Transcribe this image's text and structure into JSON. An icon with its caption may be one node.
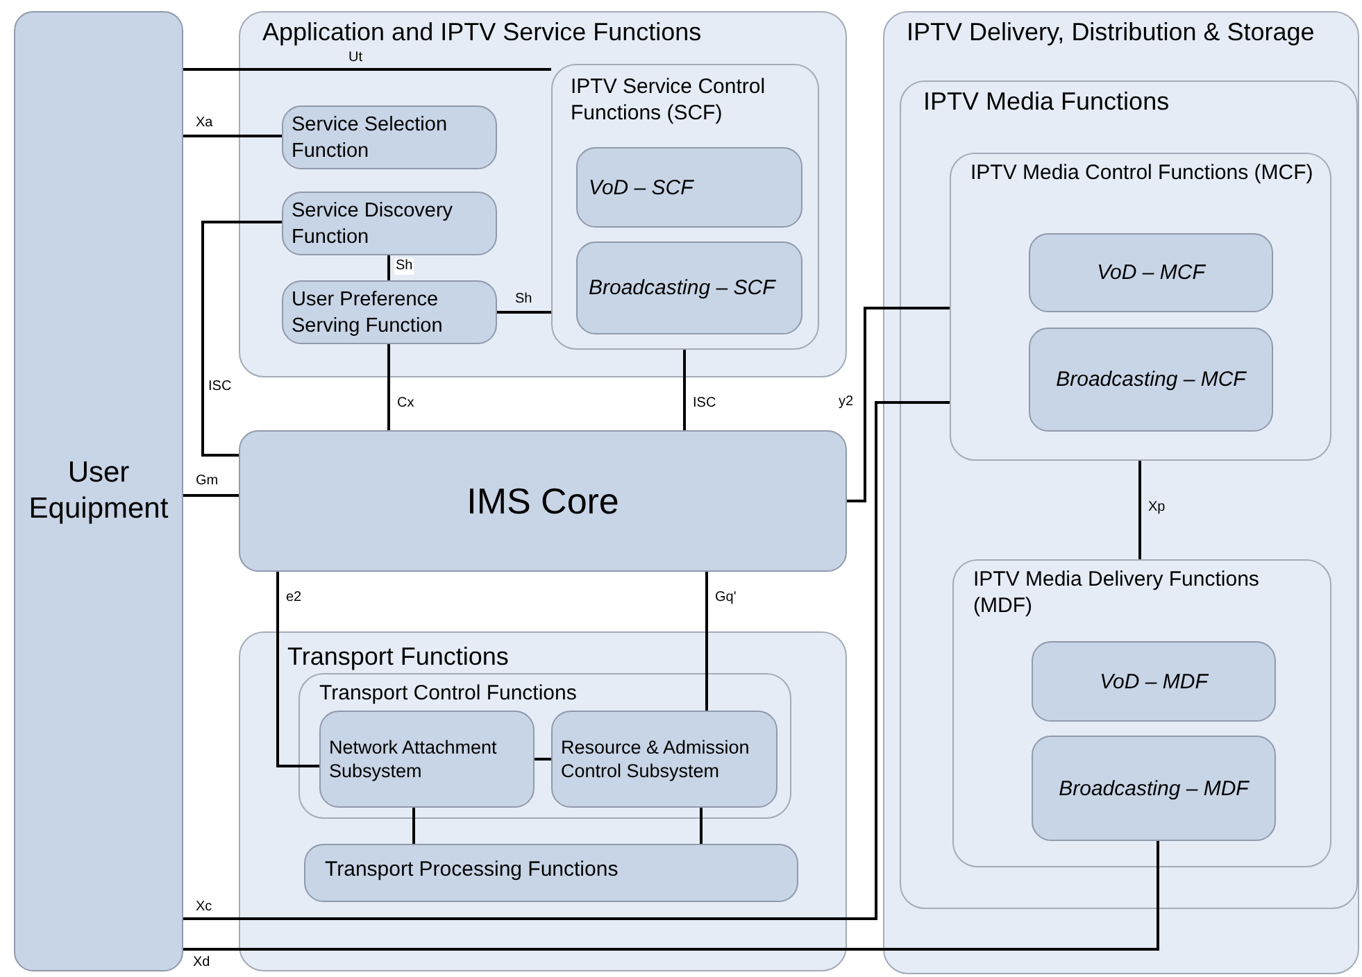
{
  "diagram": {
    "nodes": [
      {
        "text": [
          "User Equipment"
        ]
      },
      {
        "text": [
          "Application and IPTV Service Functions"
        ]
      },
      {
        "text": [
          "Service Selection Function"
        ],
        "in": 1
      },
      {
        "text": [
          "Service Discovery Function"
        ],
        "in": 1
      },
      {
        "text": [
          "User Preference Serving Function"
        ],
        "in": 1
      },
      {
        "text": [
          "IPTV Service Control Functions (SCF)"
        ],
        "in": 1
      },
      {
        "text": [
          "VoD – SCF"
        ],
        "in": 5
      },
      {
        "text": [
          "Broadcasting – SCF"
        ],
        "in": 5
      },
      {
        "text": [
          "IMS Core"
        ]
      },
      {
        "text": [
          "Transport Functions"
        ]
      },
      {
        "text": [
          "Transport Control Functions"
        ],
        "in": 9
      },
      {
        "text": [
          "Network Attachment Subsystem"
        ],
        "in": 10
      },
      {
        "text": [
          "Resource & Admission Control Subsystem"
        ],
        "in": 10
      },
      {
        "text": [
          "Transport Processing Functions"
        ],
        "in": 9
      },
      {
        "text": [
          "IPTV Delivery, Distribution & Storage"
        ]
      },
      {
        "text": [
          "IPTV Media Functions"
        ],
        "in": 14
      },
      {
        "text": [
          "IPTV Media Control Functions (MCF)"
        ],
        "in": 15
      },
      {
        "text": [
          "VoD – MCF"
        ],
        "in": 16
      },
      {
        "text": [
          "Broadcasting – MCF"
        ],
        "in": 16
      },
      {
        "text": [
          "IPTV Media Delivery Functions (MDF)"
        ],
        "in": 15
      },
      {
        "text": [
          "VoD – MDF"
        ],
        "in": 19
      },
      {
        "text": [
          "Broadcasting – MDF"
        ],
        "in": 19
      }
    ],
    "edges": [
      {
        "from": 0,
        "to": 5,
        "arrow": "none",
        "label": "Ut"
      },
      {
        "from": 0,
        "to": 2,
        "arrow": "none",
        "label": "Xa"
      },
      {
        "from": 3,
        "to": 8,
        "arrow": "none",
        "label": "ISC"
      },
      {
        "from": 3,
        "to": 4,
        "arrow": "none",
        "label": "Sh"
      },
      {
        "from": 4,
        "to": 5,
        "arrow": "none",
        "label": "Sh"
      },
      {
        "from": 4,
        "to": 8,
        "arrow": "none",
        "label": "Cx"
      },
      {
        "from": 5,
        "to": 8,
        "arrow": "none",
        "label": "ISC"
      },
      {
        "from": 0,
        "to": 8,
        "arrow": "none",
        "label": "Gm"
      },
      {
        "from": 8,
        "to": 16,
        "arrow": "none",
        "label": "y2"
      },
      {
        "from": 8,
        "to": 11,
        "arrow": "none",
        "label": "e2"
      },
      {
        "from": 8,
        "to": 12,
        "arrow": "none",
        "label": "Gq'"
      },
      {
        "from": 11,
        "to": 12,
        "arrow": "none"
      },
      {
        "from": 11,
        "to": 13,
        "arrow": "none"
      },
      {
        "from": 12,
        "to": 13,
        "arrow": "none"
      },
      {
        "from": 16,
        "to": 19,
        "arrow": "none",
        "label": "Xp"
      },
      {
        "from": 0,
        "to": 16,
        "arrow": "none",
        "label": "Xc"
      },
      {
        "from": 0,
        "to": 21,
        "arrow": "none",
        "label": "Xd"
      }
    ]
  }
}
